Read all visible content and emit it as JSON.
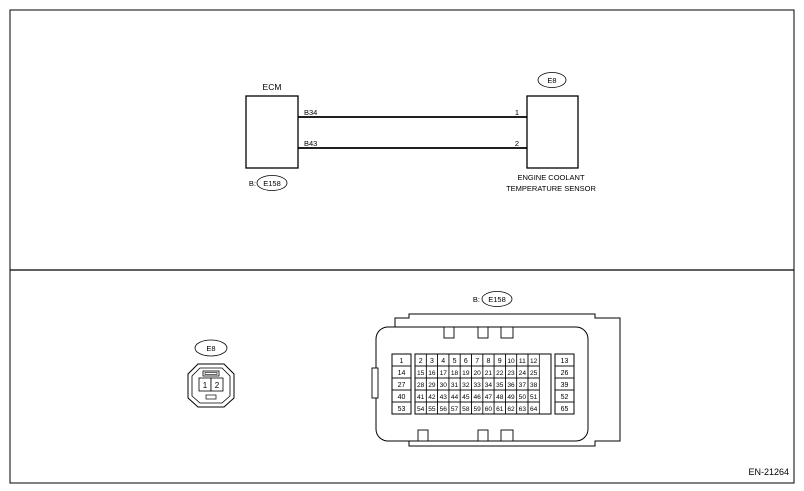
{
  "upper": {
    "ecm_label": "ECM",
    "pin_b34": "B34",
    "pin_b43": "B43",
    "ecm_connector_prefix": "B:",
    "ecm_connector_id": "E158",
    "sensor_connector_id": "E8",
    "sensor_pin_1": "1",
    "sensor_pin_2": "2",
    "sensor_name_line1": "ENGINE COOLANT",
    "sensor_name_line2": "TEMPERATURE SENSOR"
  },
  "lower": {
    "e8_id": "E8",
    "e8_pins": [
      "1",
      "2"
    ],
    "e158_prefix": "B:",
    "e158_id": "E158",
    "e158_rows": [
      [
        "1",
        "2",
        "3",
        "4",
        "5",
        "6",
        "7",
        "8",
        "9",
        "10",
        "11",
        "12",
        "13"
      ],
      [
        "14",
        "15",
        "16",
        "17",
        "18",
        "19",
        "20",
        "21",
        "22",
        "23",
        "24",
        "25",
        "26"
      ],
      [
        "27",
        "28",
        "29",
        "30",
        "31",
        "32",
        "33",
        "34",
        "35",
        "36",
        "37",
        "38",
        "39"
      ],
      [
        "40",
        "41",
        "42",
        "43",
        "44",
        "45",
        "46",
        "47",
        "48",
        "49",
        "50",
        "51",
        "52"
      ],
      [
        "53",
        "54",
        "55",
        "56",
        "57",
        "58",
        "59",
        "60",
        "61",
        "62",
        "63",
        "64",
        "65"
      ]
    ]
  },
  "figure_id": "EN-21264"
}
